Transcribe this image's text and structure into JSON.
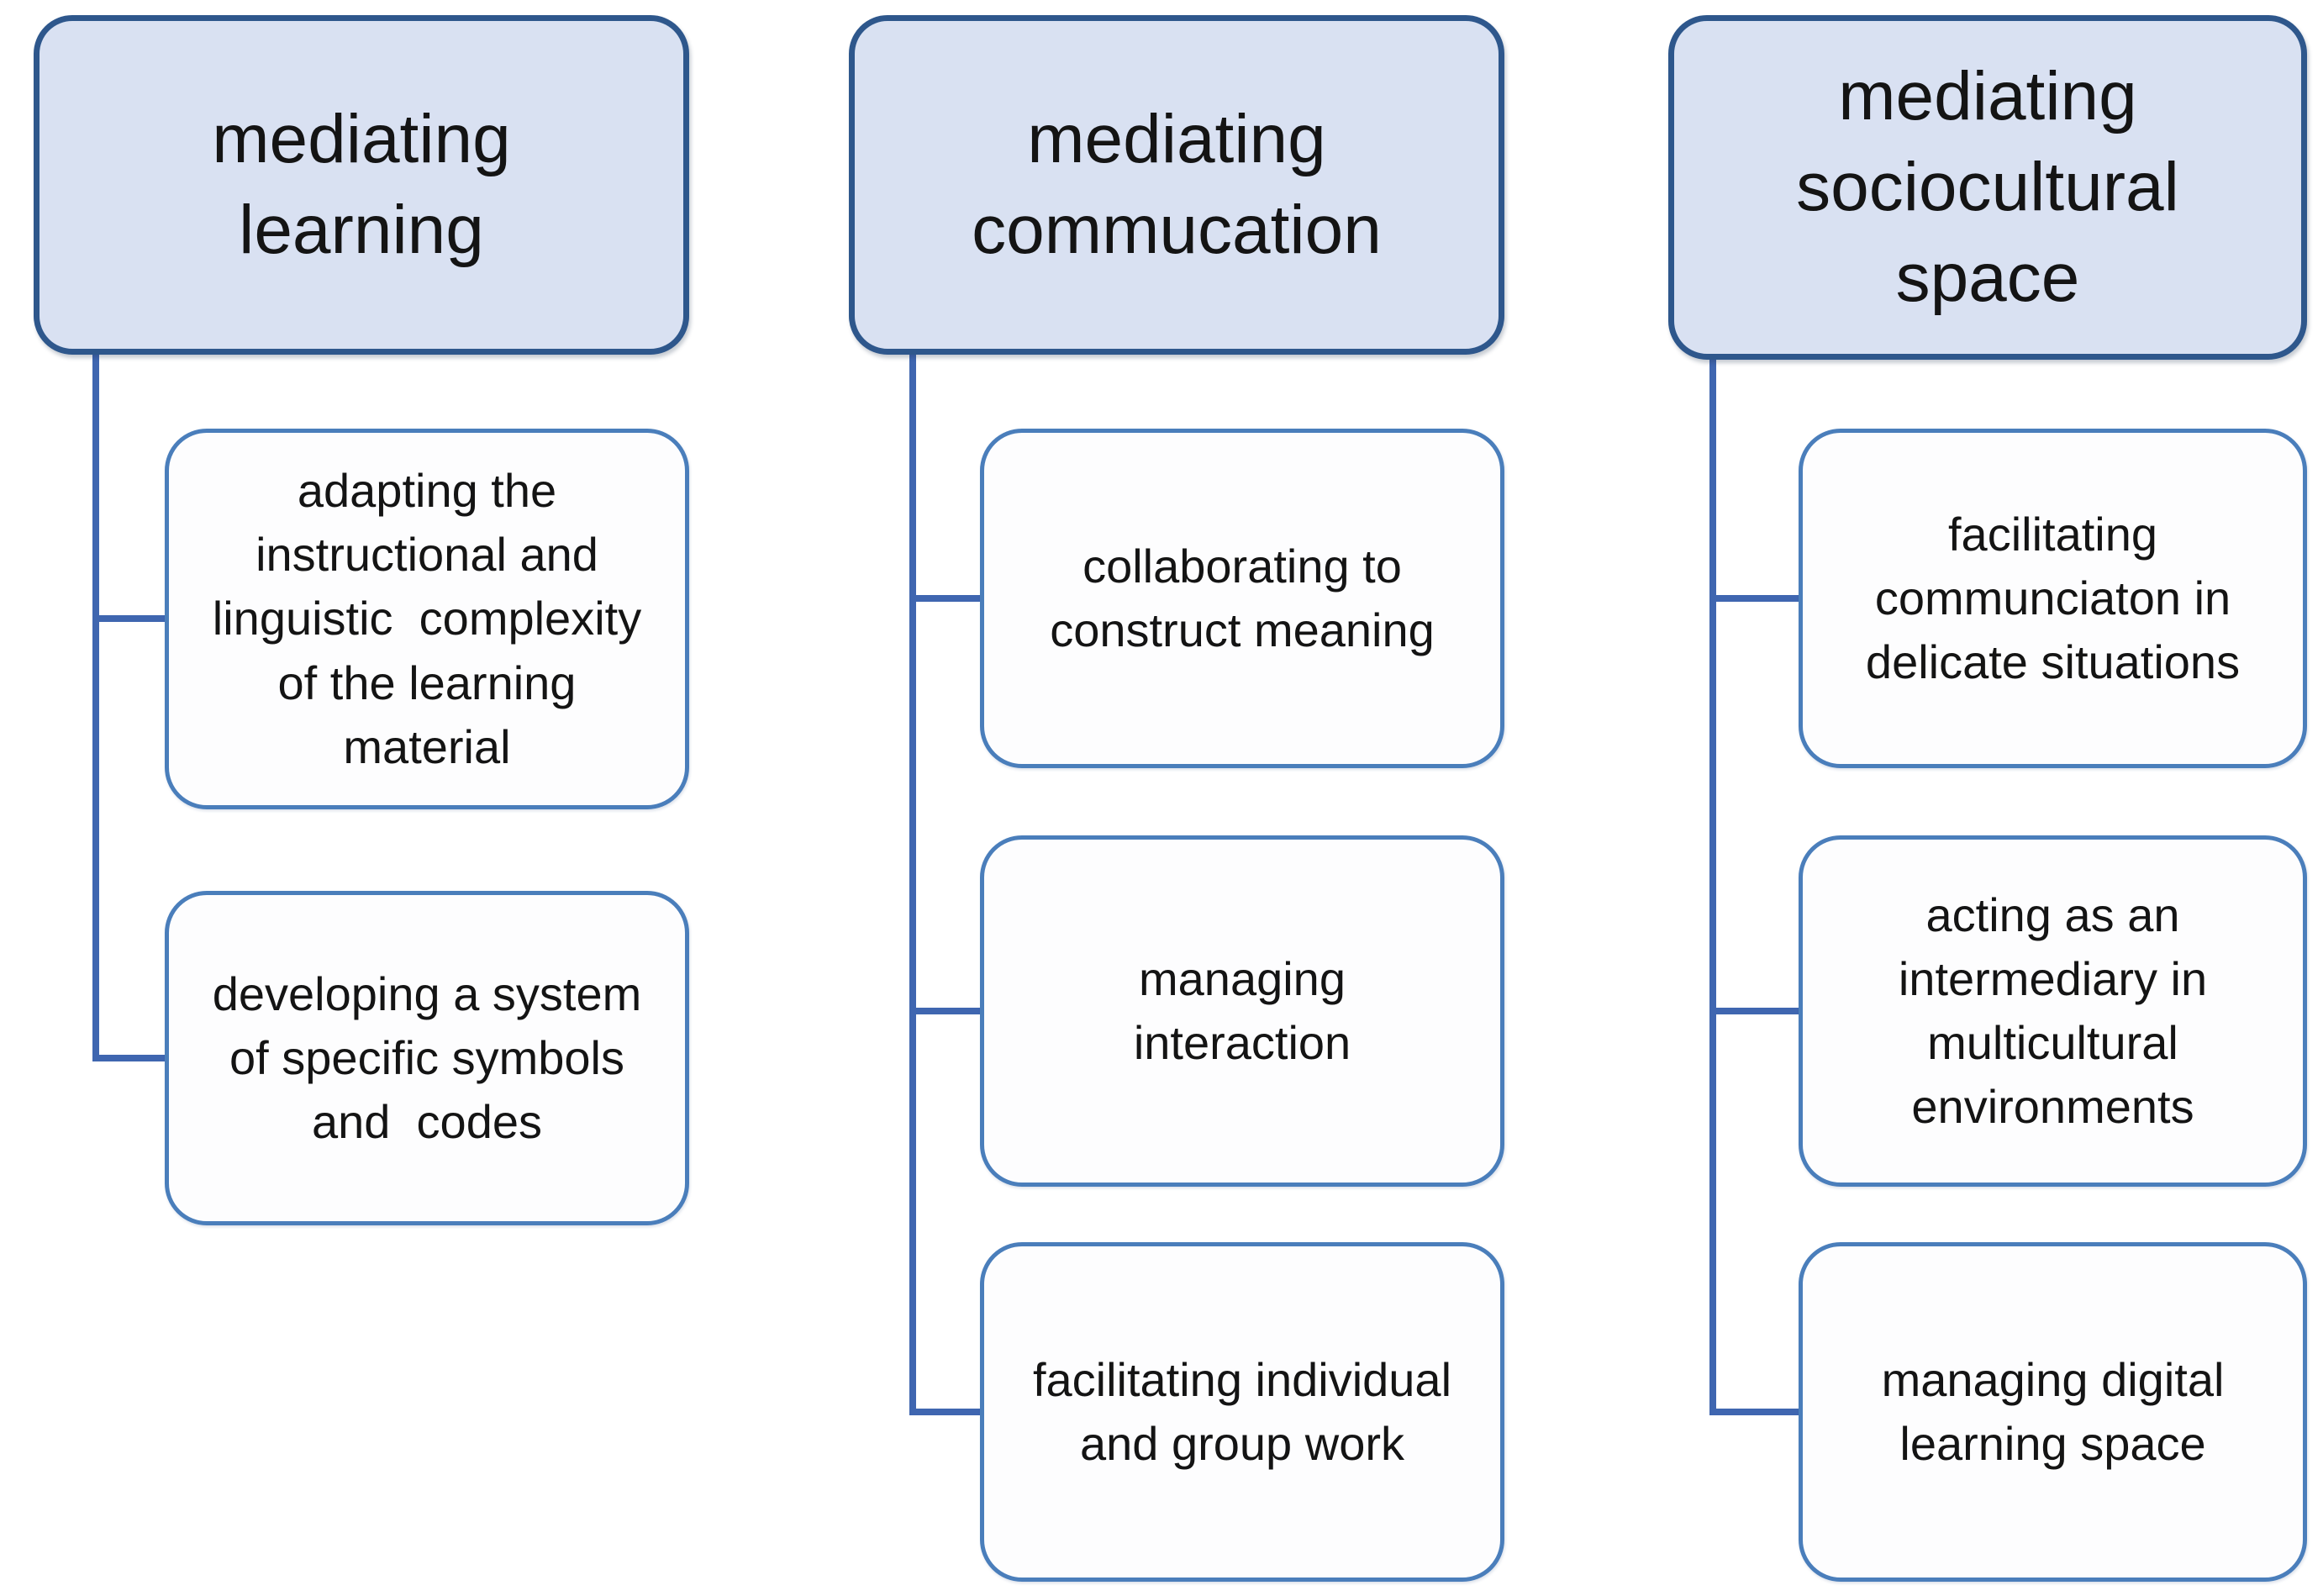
{
  "diagram": {
    "title": "",
    "colors": {
      "background": "#ffffff",
      "header_fill": "#d9e1f2",
      "header_border": "#2e578c",
      "child_fill": "#fdfdfe",
      "child_border": "#4a7ebb",
      "connector": "#3f66b0",
      "text": "#141414"
    },
    "columns": [
      {
        "id": "mediating-learning",
        "header": "mediating\nlearning",
        "children": [
          "adapting the\ninstructional and\nlinguistic  complexity\nof the learning\nmaterial",
          "developing a system\nof specific symbols\nand  codes"
        ]
      },
      {
        "id": "mediating-commucation",
        "header": "mediating\ncommucation",
        "children": [
          "collaborating to\nconstruct meaning",
          "managing\ninteraction",
          "facilitating individual\nand group work"
        ]
      },
      {
        "id": "mediating-sociocultural-space",
        "header": "mediating\nsociocultural\nspace",
        "children": [
          "facilitating\ncommunciaton in\ndelicate situations",
          "acting as an\nintermediary in\nmulticultural\nenvironments",
          "managing digital\nlearning space"
        ]
      }
    ]
  }
}
